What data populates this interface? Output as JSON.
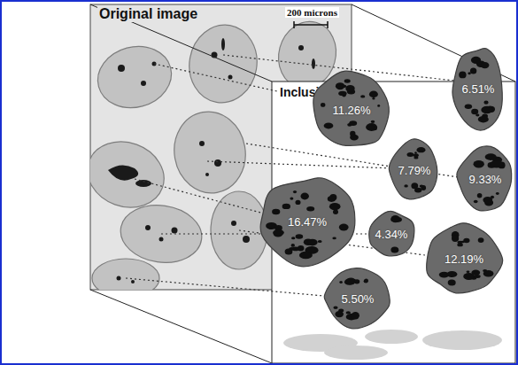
{
  "diagram": {
    "nodes": [
      {
        "text": [
          "11.26%"
        ]
      },
      {
        "text": [
          "6.51%"
        ]
      },
      {
        "text": [
          "16.47%"
        ]
      },
      {
        "text": [
          "7.79%"
        ]
      },
      {
        "text": [
          "9.33%"
        ]
      },
      {
        "text": [
          "4.34%"
        ]
      },
      {
        "text": [
          "12.19%"
        ]
      },
      {
        "text": [
          "5.50%"
        ]
      }
    ],
    "labels": [
      "Original image",
      "200 microns",
      "Inclusion area %"
    ]
  }
}
